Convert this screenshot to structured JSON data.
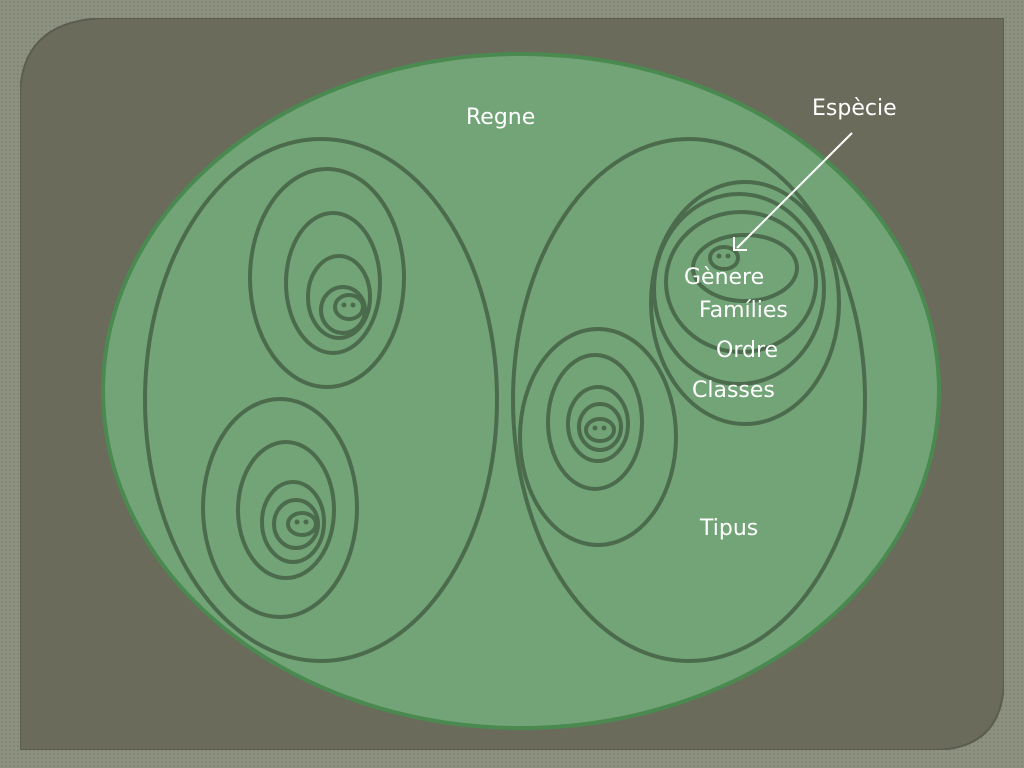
{
  "diagram": {
    "labels": {
      "regne": "Regne",
      "especie": "Espècie",
      "genere": "Gènere",
      "families": "Famílies",
      "ordre": "Ordre",
      "classes": "Classes",
      "tipus": "Tipus"
    },
    "colors": {
      "frame_outer": "#8c9180",
      "panel": "#6b6b5c",
      "kingdom_fill": "#72a477",
      "kingdom_stroke": "#4a8a50",
      "ring_stroke": "#4b6b4c",
      "label_text": "#ffffff"
    }
  }
}
